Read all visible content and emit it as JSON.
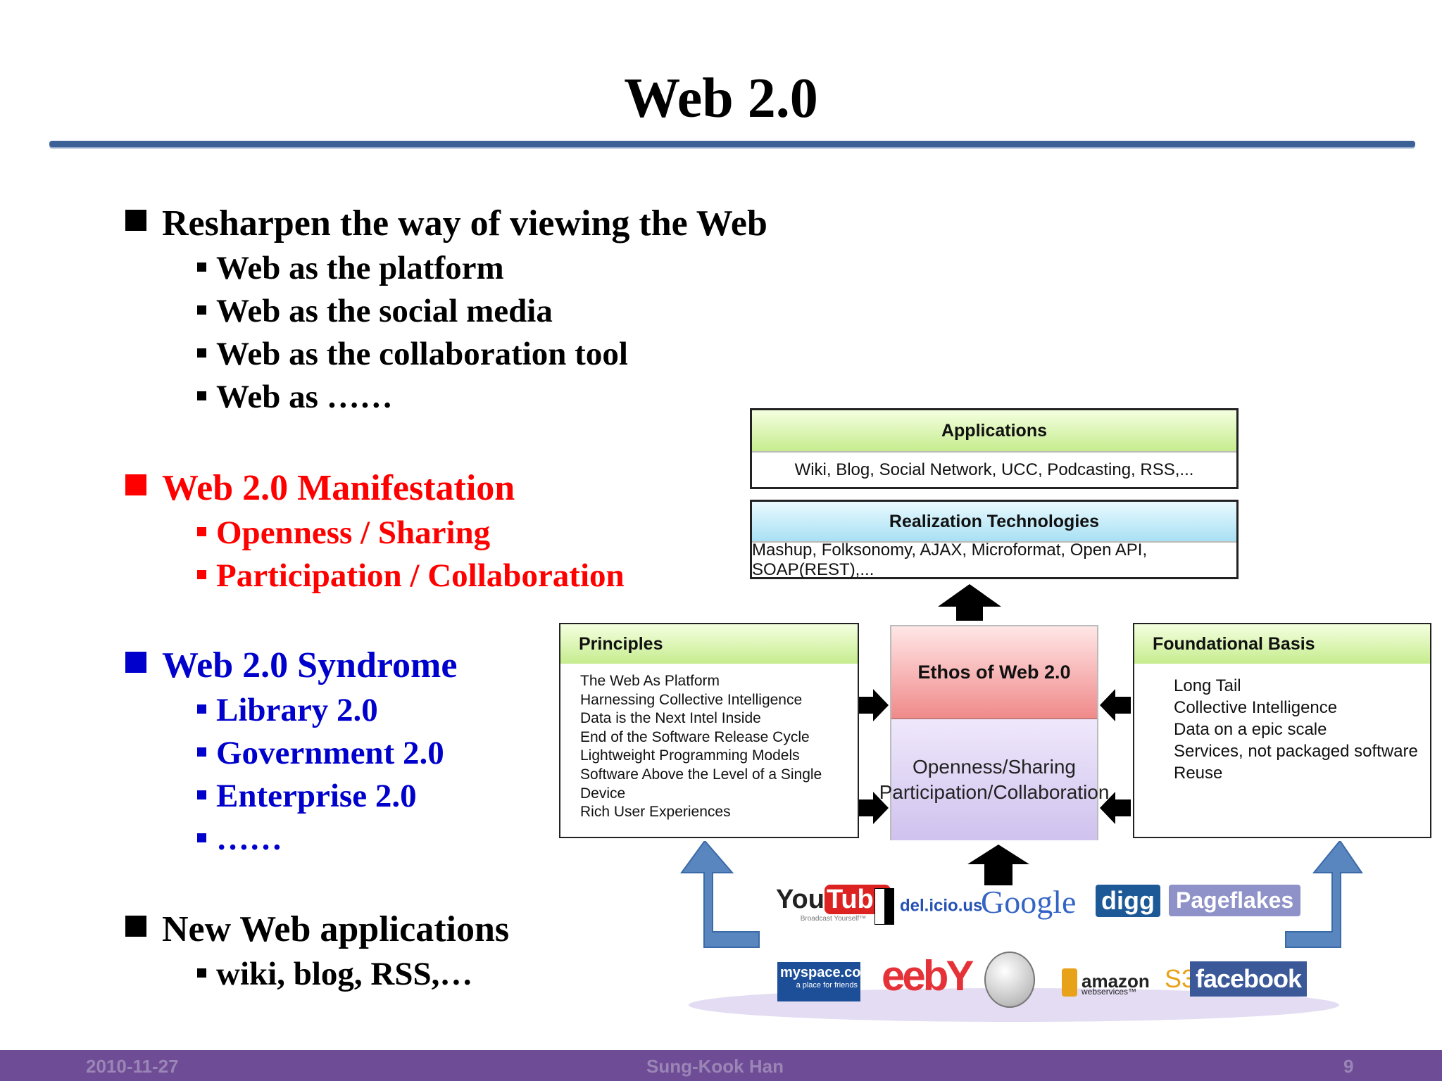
{
  "slide": {
    "title": "Web 2.0"
  },
  "sections": [
    {
      "heading": "Resharpen the way of viewing the Web",
      "items": [
        "Web as the platform",
        "Web as the social media",
        "Web as the collaboration tool",
        "Web as ……"
      ]
    },
    {
      "heading": "Web 2.0 Manifestation",
      "items": [
        "Openness / Sharing",
        "Participation / Collaboration"
      ]
    },
    {
      "heading": "Web 2.0 Syndrome",
      "items": [
        "Library 2.0",
        "Government 2.0",
        "Enterprise 2.0",
        "……"
      ]
    },
    {
      "heading": "New Web applications",
      "items": [
        "wiki, blog, RSS,…"
      ]
    }
  ],
  "colors": {
    "title_rule": "#3c6197",
    "manifestation": "#ff0000",
    "syndrome": "#0000cc",
    "footer": "#6f4c96"
  },
  "diagram": {
    "applications": {
      "title": "Applications",
      "text": "Wiki, Blog, Social Network, UCC, Podcasting, RSS,..."
    },
    "technologies": {
      "title": "Realization Technologies",
      "text": "Mashup, Folksonomy, AJAX, Microformat, Open API, SOAP(REST),..."
    },
    "principles": {
      "title": "Principles",
      "items": [
        "The Web As Platform",
        "Harnessing Collective Intelligence",
        "Data is the Next Intel Inside",
        "End of the Software Release Cycle",
        "Lightweight Programming Models",
        "Software Above the Level of a Single Device",
        "Rich User Experiences"
      ]
    },
    "ethos": {
      "title": "Ethos of Web 2.0",
      "line1": "Openness/Sharing",
      "line2": "Participation/Collaboration"
    },
    "foundational": {
      "title": "Foundational Basis",
      "items": [
        "Long Tail",
        "Collective Intelligence",
        "Data on a epic scale",
        "Services, not packaged software",
        "Reuse"
      ]
    },
    "logos": {
      "youtube_you": "You",
      "youtube_tube": "Tube",
      "youtube_sub": "Broadcast Yourself™",
      "delicious": "del.icio.us",
      "google": "Google",
      "digg": "digg",
      "pageflakes": "Pageflakes",
      "myspace": "myspace.com",
      "myspace_sub": "a place for friends",
      "ebay": "ebY",
      "amazon": "amazon",
      "amazon_sub": "webservices™",
      "s3": "S3",
      "facebook": "facebook",
      "wikipedia_icon": "globe-puzzle"
    }
  },
  "footer": {
    "date": "2010-11-27",
    "author": "Sung-Kook  Han",
    "page": "9"
  }
}
